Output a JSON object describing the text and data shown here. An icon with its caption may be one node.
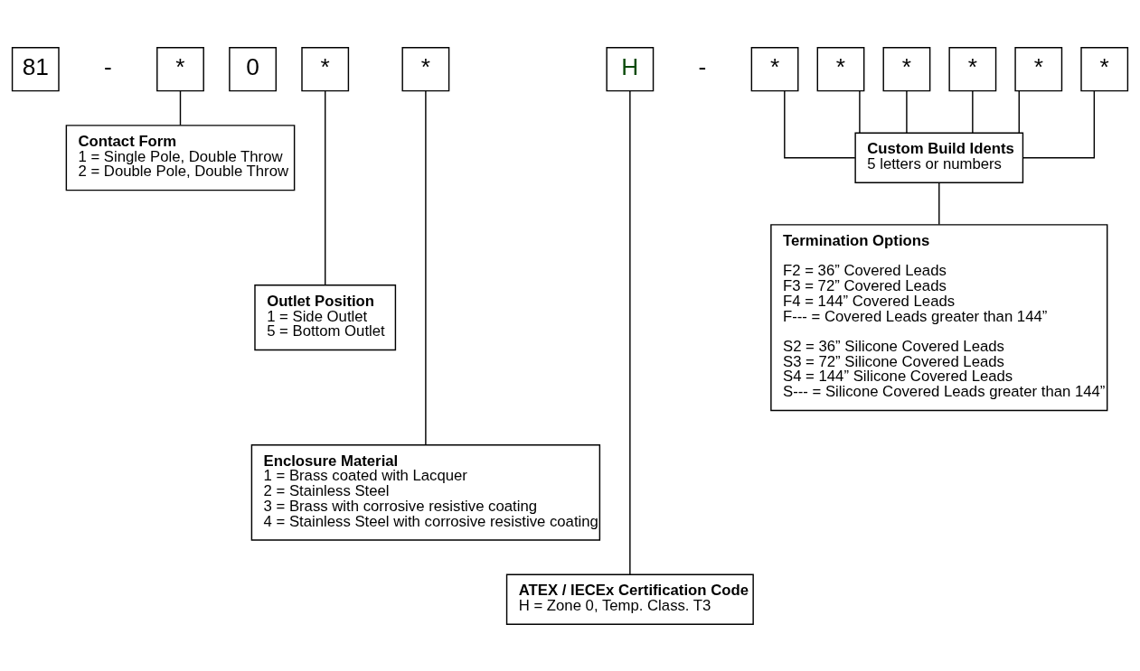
{
  "diagram": {
    "nodes": [
      {
        "text": [
          "81"
        ]
      },
      {
        "text": [
          "*"
        ]
      },
      {
        "text": [
          "0"
        ]
      },
      {
        "text": [
          "*"
        ]
      },
      {
        "text": [
          "*"
        ]
      },
      {
        "text": [
          "H"
        ]
      },
      {
        "text": [
          "*"
        ]
      },
      {
        "text": [
          "*"
        ]
      },
      {
        "text": [
          "*"
        ]
      },
      {
        "text": [
          "*"
        ]
      },
      {
        "text": [
          "*"
        ]
      },
      {
        "text": [
          "*"
        ]
      },
      {
        "text": [
          "Contact Form",
          "1 = Single Pole, Double Throw",
          "2 = Double Pole, Double Throw"
        ]
      },
      {
        "text": [
          "Custom Build Idents",
          "5 letters or numbers"
        ]
      },
      {
        "text": [
          "Outlet Position",
          "1 = Side Outlet",
          "5 = Bottom Outlet"
        ]
      },
      {
        "text": [
          "Termination Options",
          "F2 = 36” Covered Leads",
          "F3 = 72” Covered Leads",
          "F4 = 144” Covered Leads",
          "F--- = Covered Leads greater than 144”",
          "S2 = 36” Silicone Covered Leads",
          "S3 = 72” Silicone Covered Leads",
          "S4 = 144” Silicone Covered Leads",
          "S--- = Silicone Covered Leads greater than 144”"
        ]
      },
      {
        "text": [
          "Enclosure Material",
          "1 = Brass coated with Lacquer",
          "2 = Stainless Steel",
          "3 = Brass with corrosive resistive coating",
          "4 = Stainless Steel with corrosive resistive coating"
        ]
      },
      {
        "text": [
          "ATEX / IECEx Certification Code",
          "H = Zone 0, Temp. Class. T3"
        ]
      }
    ],
    "edges": [
      {
        "from": 1,
        "to": 12,
        "arrow": "none"
      },
      {
        "from": 3,
        "to": 14,
        "arrow": "none"
      },
      {
        "from": 4,
        "to": 16,
        "arrow": "none"
      },
      {
        "from": 5,
        "to": 17,
        "arrow": "none"
      },
      {
        "from": 6,
        "to": 13,
        "arrow": "none"
      },
      {
        "from": 7,
        "to": 13,
        "arrow": "none"
      },
      {
        "from": 8,
        "to": 13,
        "arrow": "none"
      },
      {
        "from": 9,
        "to": 13,
        "arrow": "none"
      },
      {
        "from": 10,
        "to": 13,
        "arrow": "none"
      },
      {
        "from": 11,
        "to": 13,
        "arrow": "none"
      },
      {
        "from": 13,
        "to": 15,
        "arrow": "none"
      }
    ],
    "labels": [
      "-",
      "-"
    ]
  }
}
